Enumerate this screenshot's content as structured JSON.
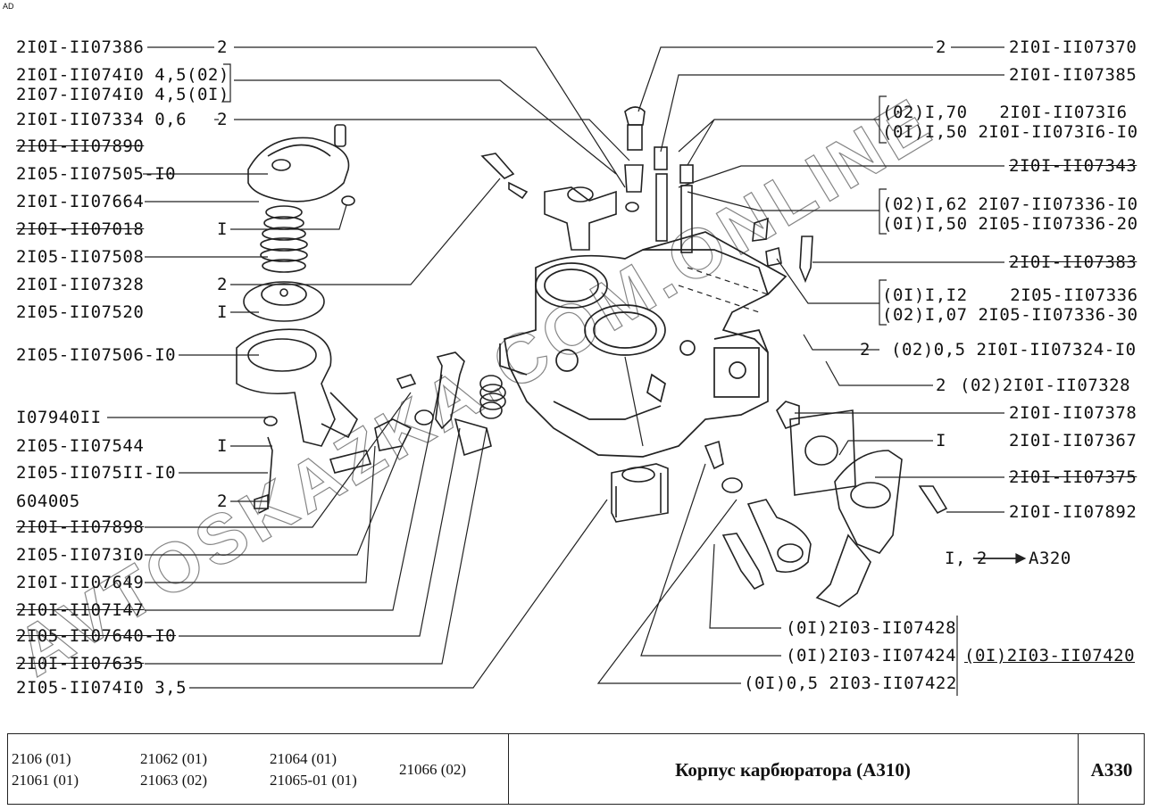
{
  "corner_mark": "AD",
  "labels_left": [
    "2I0I-II07386",
    "2I0I-II074I0 4,5(02)",
    "2I07-II074I0 4,5(0I)",
    "2I0I-II07334 0,6",
    "2I0I-II07890",
    "2I05-II07505-I0",
    "2I0I-II07664",
    "2I0I-II07018",
    "2I05-II07508",
    "2I0I-II07328",
    "2I05-II07520",
    "2I05-II07506-I0",
    "I07940II",
    "2I05-II07544",
    "2I05-II075II-I0",
    "604005",
    "2I0I-II07898",
    "2I05-II073I0",
    "2I0I-II07649",
    "2I0I-II07I47",
    "2I05-II07640-I0",
    "2I0I-II07635",
    "2I05-II074I0 3,5"
  ],
  "qty_left": [
    "2",
    "2",
    "I",
    "2",
    "I",
    "I",
    "2"
  ],
  "labels_right": [
    "2I0I-II07370",
    "2I0I-II07385",
    "(02)I,70   2I0I-II073I6",
    "(0I)I,50 2I0I-II073I6-I0",
    "2I0I-II07343",
    "(02)I,62 2I07-II07336-I0",
    "(0I)I,50 2I05-II07336-20",
    "2I0I-II07383",
    "(0I)I,I2    2I05-II07336",
    "(02)I,07 2I05-II07336-30",
    "(02)0,5 2I0I-II07324-I0",
    "(02)2I0I-II07328",
    "2I0I-II07378",
    "2I0I-II07367",
    "2I0I-II07375",
    "2I0I-II07892"
  ],
  "qty_right": [
    "2",
    "2",
    "2",
    "I"
  ],
  "note": "I, 2",
  "note_ref": "A320",
  "labels_bottom": [
    "(0I)2I03-II07428",
    "(0I)2I03-II07424",
    "(0I)0,5 2I03-II07422",
    "(0I)2I03-II07420"
  ],
  "footer": {
    "models": [
      "2106 (01)",
      "21061 (01)",
      "21062 (01)",
      "21063 (02)",
      "21064 (01)",
      "21065-01 (01)",
      "21066 (02)"
    ],
    "title": "Корпус карбюратора (А310)",
    "code": "А330"
  },
  "watermark": "AVTOSKAZKA.COM.ONLINE"
}
